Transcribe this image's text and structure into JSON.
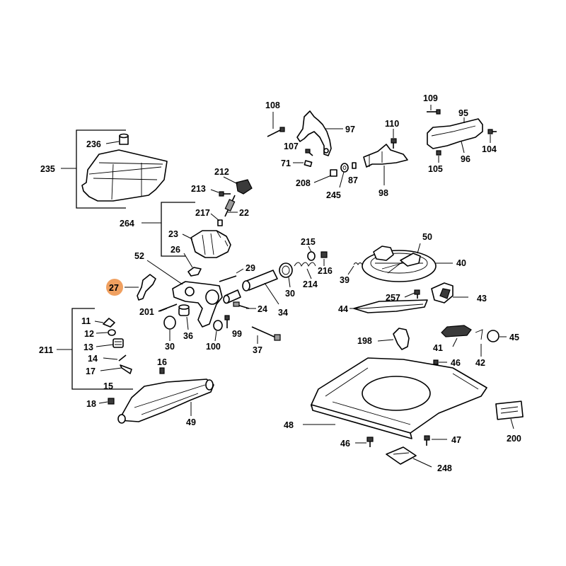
{
  "diagram": {
    "highlight_color": "#f0a060",
    "highlighted_part": "27",
    "labels": {
      "p108": "108",
      "p97": "97",
      "p107": "107",
      "p71": "71",
      "p208": "208",
      "p245": "245",
      "p87": "87",
      "p109": "109",
      "p95": "95",
      "p110": "110",
      "p104": "104",
      "p105": "105",
      "p96": "96",
      "p98": "98",
      "p236": "236",
      "p235": "235",
      "p212": "212",
      "p213": "213",
      "p217": "217",
      "p22": "22",
      "p264": "264",
      "p23": "23",
      "p26": "26",
      "p52": "52",
      "p27": "27",
      "p29": "29",
      "p215": "215",
      "p216": "216",
      "p214": "214",
      "p30a": "30",
      "p34": "34",
      "p24": "24",
      "p201": "201",
      "p36": "36",
      "p30b": "30",
      "p99": "99",
      "p100": "100",
      "p37": "37",
      "p50": "50",
      "p40": "40",
      "p39": "39",
      "p257": "257",
      "p43": "43",
      "p44": "44",
      "p198": "198",
      "p41": "41",
      "p45": "45",
      "p42": "42",
      "p46a": "46",
      "p11": "11",
      "p12": "12",
      "p13": "13",
      "p211": "211",
      "p14": "14",
      "p17": "17",
      "p15": "15",
      "p16": "16",
      "p18": "18",
      "p49": "49",
      "p48": "48",
      "p46b": "46",
      "p47": "47",
      "p200": "200",
      "p248": "248"
    }
  }
}
